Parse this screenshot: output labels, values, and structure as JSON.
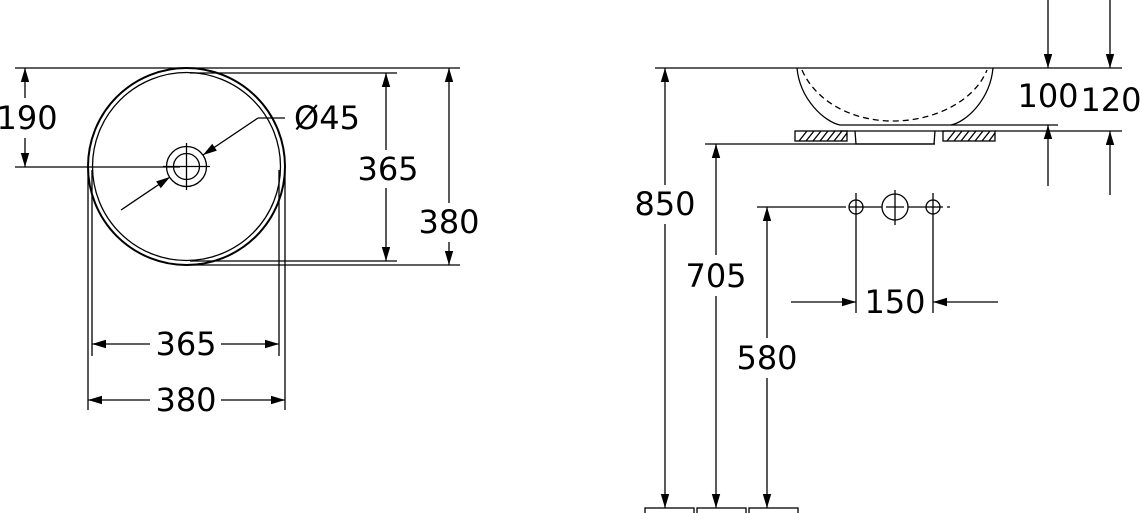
{
  "top_view": {
    "dim_drain_offset": "190",
    "dim_inner_depth": "365",
    "dim_outer_depth": "380",
    "dim_inner_width": "365",
    "dim_outer_width": "380",
    "dim_drain_diameter": "Ø45"
  },
  "side_view": {
    "dim_bowl_height": "100",
    "dim_total_height": "120",
    "dim_rim_height": "850",
    "dim_counter_height": "705",
    "dim_tap_height": "580",
    "dim_tap_spacing": "150"
  },
  "colors": {
    "line": "#000000",
    "background": "#ffffff"
  }
}
